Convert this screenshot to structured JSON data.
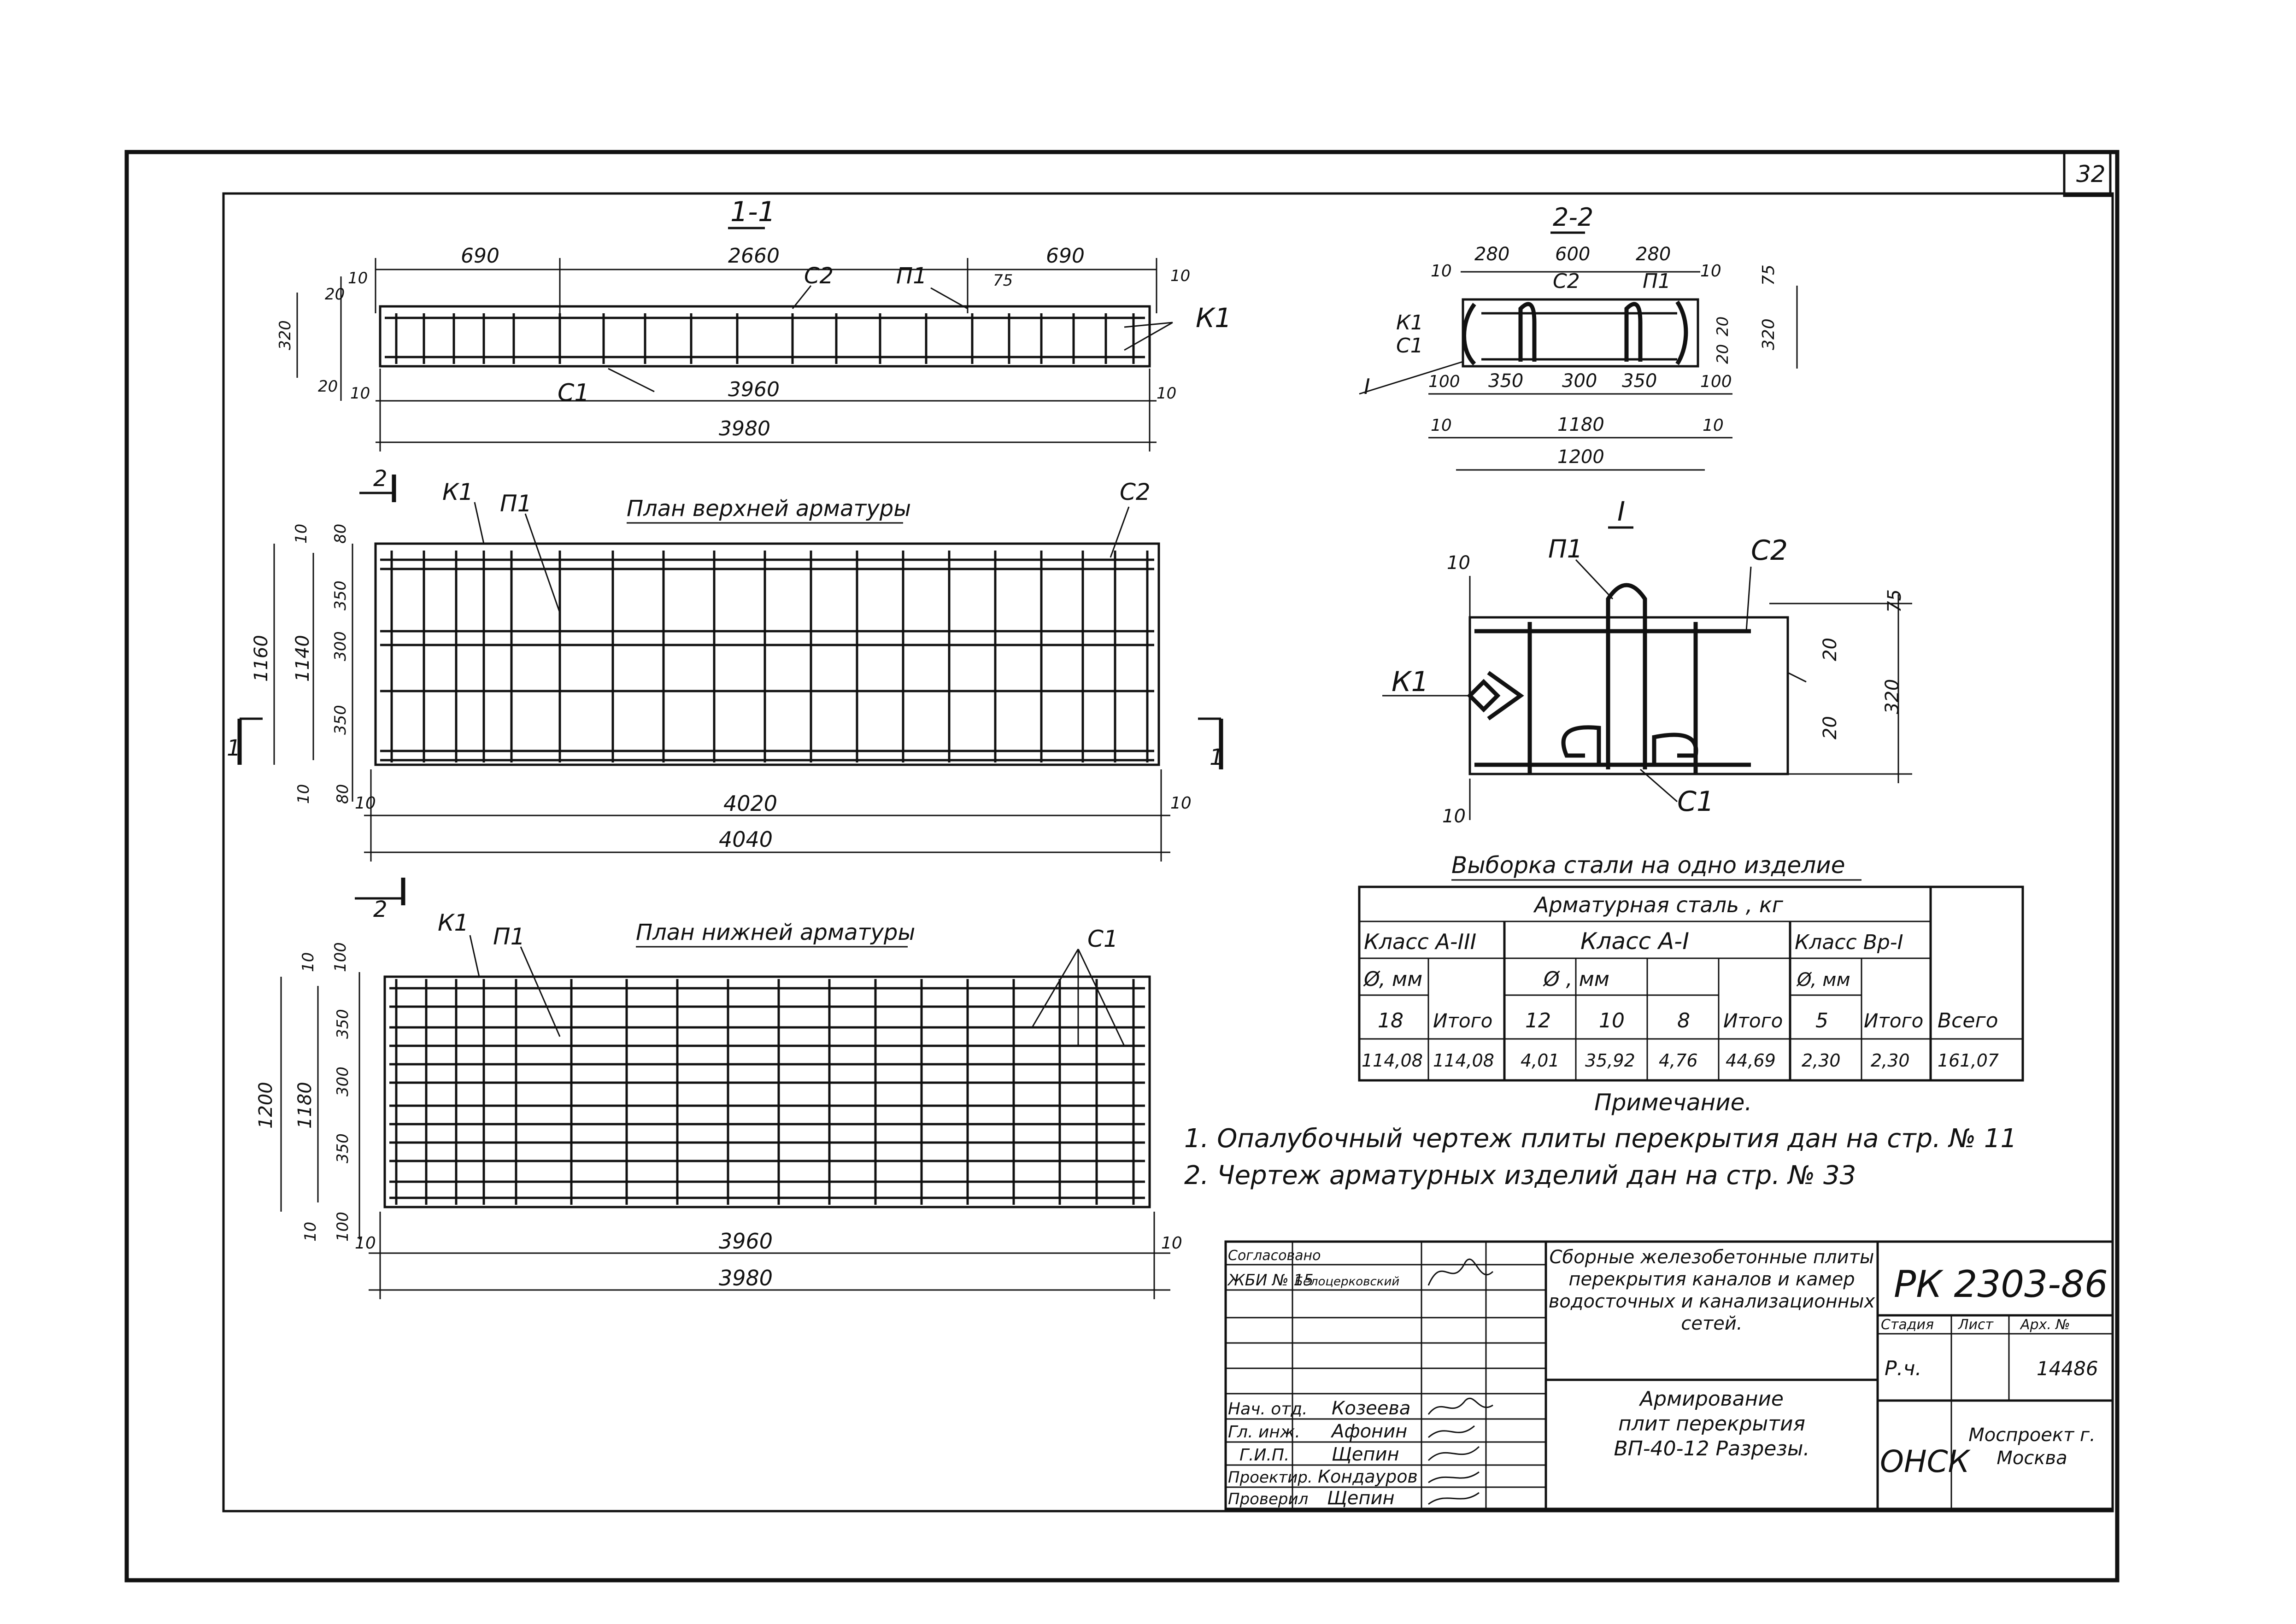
{
  "sheet": {
    "number": "32"
  },
  "section_1_1": {
    "title": "1-1",
    "dims_top": [
      "690",
      "2660",
      "690"
    ],
    "dims_left": [
      "10",
      "20",
      "320",
      "20",
      "10"
    ],
    "dims_right": [
      "10",
      "75",
      "10"
    ],
    "dim_inner": "3960",
    "dim_overall": "3980",
    "dim_side": "10",
    "labels": {
      "c2": "С2",
      "p1": "П1",
      "c1": "С1",
      "k1": "К1"
    }
  },
  "section_2_2": {
    "title": "2-2",
    "dims_top": [
      "10",
      "280",
      "600",
      "280",
      "10"
    ],
    "dims_bottom": [
      "100",
      "350",
      "300",
      "350",
      "100"
    ],
    "dim_mid": "1180",
    "dim_mid_side": "10",
    "dim_overall": "1200",
    "dims_right": [
      "75",
      "20",
      "20",
      "320"
    ],
    "labels": {
      "k1": "К1",
      "c1": "С1",
      "c2": "С2",
      "p1": "П1",
      "detail": "I"
    }
  },
  "plan_top": {
    "title": "План верхней арматуры",
    "section_mark": "2",
    "section_mark_1": "1",
    "labels": {
      "k1": "К1",
      "p1": "П1",
      "c2": "С2"
    },
    "dims_left": [
      "1160",
      "1140",
      "10",
      "80",
      "350",
      "300",
      "350",
      "80",
      "10"
    ],
    "dim_inner": "4020",
    "dim_overall": "4040",
    "dim_side": "10"
  },
  "plan_bottom": {
    "title": "План нижней арматуры",
    "section_mark": "2",
    "labels": {
      "k1": "К1",
      "p1": "П1",
      "c1": "С1"
    },
    "dims_left": [
      "1200",
      "1180",
      "10",
      "100",
      "350",
      "300",
      "350",
      "100",
      "10"
    ],
    "dim_inner": "3960",
    "dim_overall": "3980",
    "dim_side": "10"
  },
  "detail_I": {
    "title": "I",
    "labels": {
      "p1": "П1",
      "c2": "С2",
      "k1": "К1",
      "c1": "С1"
    },
    "dims": [
      "10",
      "75",
      "20",
      "320",
      "20",
      "10"
    ]
  },
  "steel_table": {
    "title": "Выборка стали на одно изделие",
    "group_header": "Арматурная сталь , кг",
    "class_headers": [
      "Класс А-III",
      "Класс А-I",
      "Класс Вр-I"
    ],
    "diam_label": "Ø, мм",
    "diam_label_mid": "Ø , мм",
    "diameters": [
      "18",
      "12",
      "10",
      "8",
      "5"
    ],
    "subtotal": "Итого",
    "total": "Всего",
    "values": [
      "114,08",
      "114,08",
      "4,01",
      "35,92",
      "4,76",
      "44,69",
      "2,30",
      "2,30",
      "161,07"
    ]
  },
  "notes": {
    "heading": "Примечание.",
    "items": [
      "1. Опалубочный чертеж плиты перекрытия дан на стр. № 11",
      "2. Чертеж арматурных изделий дан на стр. № 33"
    ]
  },
  "title_block": {
    "agreed": "Согласовано",
    "org": "ЖБИ № 15",
    "org_person": "Белоцерковский",
    "roles": [
      "Нач. отд.",
      "Гл. инж.",
      "Г.И.П.",
      "Проектир.",
      "Проверил"
    ],
    "names": [
      "Козеева",
      "Афонин",
      "Щепин",
      "Кондауров",
      "Щепин"
    ],
    "project": "Сборные железобетонные плиты перекрытия каналов и камер водосточных и канализационных сетей.",
    "sheet_title": "Армирование плит перекрытия ВП-40-12 Разрезы.",
    "code": "РК 2303-86",
    "stage_h": "Стадия",
    "sheet_h": "Лист",
    "arch_h": "Арх. №",
    "stage": "Р.ч.",
    "arch": "14486",
    "dept": "ОНСК",
    "company": "Моспроект г. Москва"
  }
}
